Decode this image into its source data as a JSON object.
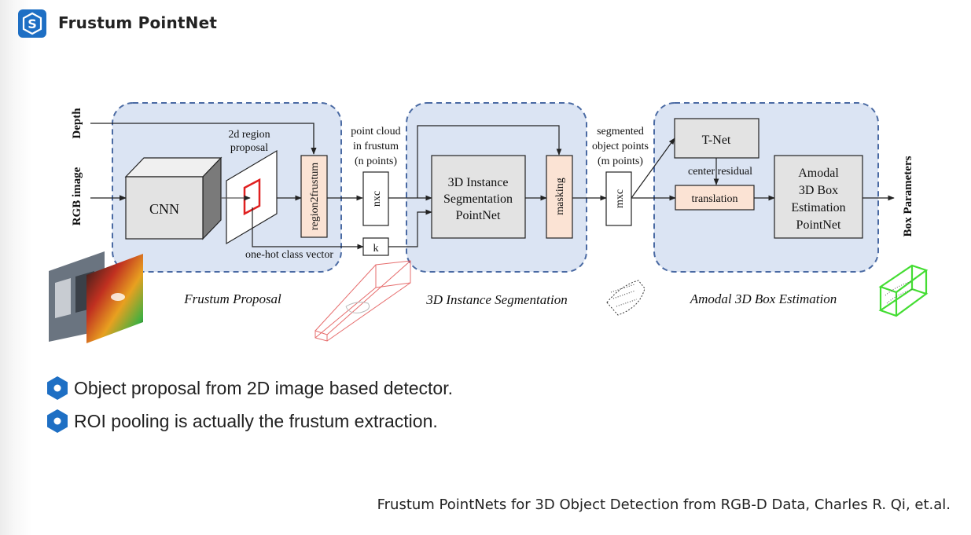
{
  "header": {
    "title": "Frustum PointNet",
    "logo_icon": "s-logo-icon",
    "logo_color": "#1e6fc4"
  },
  "diagram": {
    "inputs": {
      "depth": "Depth",
      "rgb": "RGB image"
    },
    "stages": {
      "frustum_proposal": "Frustum Proposal",
      "instance_segmentation": "3D Instance Segmentation",
      "box_estimation": "Amodal 3D Box Estimation"
    },
    "blocks": {
      "cnn": "CNN",
      "region_proposal": [
        "2d region",
        "proposal"
      ],
      "region2frustum": "region2frustum",
      "seg_pointnet": [
        "3D Instance",
        "Segmentation",
        "PointNet"
      ],
      "masking": "masking",
      "tnet": "T-Net",
      "translation": "translation",
      "box_pointnet": [
        "Amodal",
        "3D Box",
        "Estimation",
        "PointNet"
      ]
    },
    "labels": {
      "point_cloud": [
        "point cloud",
        "in frustum",
        "(n points)"
      ],
      "nxc": "nxc",
      "k": "k",
      "one_hot": "one-hot class vector",
      "segmented": [
        "segmented",
        "object points",
        "(m points)"
      ],
      "mxc": "mxc",
      "center_residual": "center residual",
      "output": "Box Parameters"
    },
    "colors": {
      "stage_fill": "#dbe4f3",
      "stage_border": "#4a6aa3",
      "block_fill": "#e3e3e3",
      "orange_fill": "#fbe3d4",
      "proposal_box": "#e02020",
      "box_green": "#44dd33"
    }
  },
  "bullets": [
    "Object proposal from 2D image based detector.",
    "ROI pooling is actually the frustum extraction."
  ],
  "citation": "Frustum PointNets for 3D Object Detection from RGB-D Data, Charles R. Qi, et.al."
}
